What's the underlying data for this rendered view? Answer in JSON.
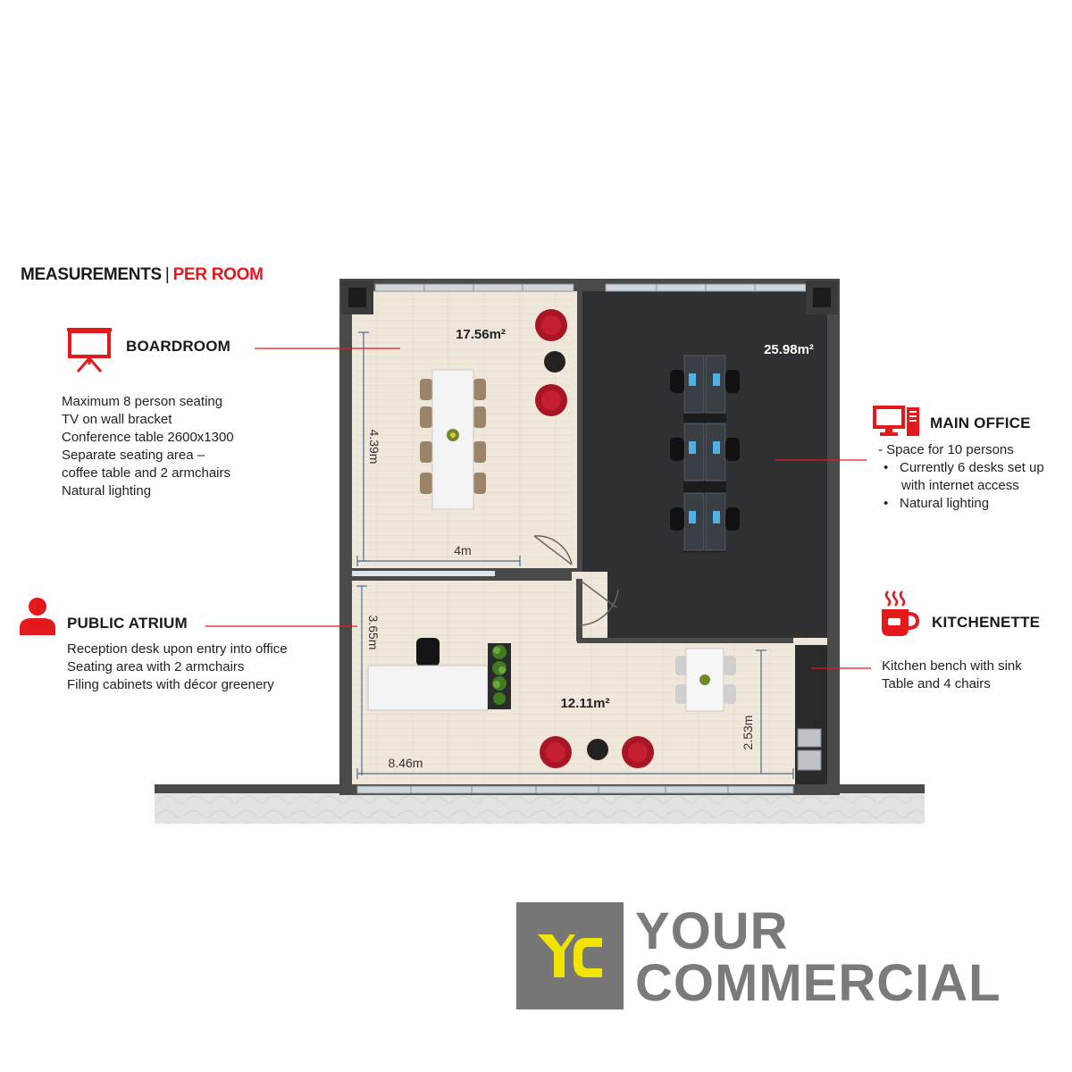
{
  "header": {
    "title_left": "MEASUREMENTS",
    "separator": "|",
    "title_right": "PER ROOM"
  },
  "colors": {
    "accent": "#e3191c",
    "office_carpet": "#2f3032",
    "floor": "#efe8da",
    "wall": "#4a4a4a",
    "logo_gray": "#7a7a7a",
    "logo_yellow": "#f0e400"
  },
  "sections": {
    "boardroom": {
      "icon": "presentation-board-icon",
      "heading": "BOARDROOM",
      "lines": [
        "Maximum 8 person seating",
        "TV on wall bracket",
        "Conference table 2600x1300",
        "Separate seating area –",
        "coffee table and 2 armchairs",
        "Natural lighting"
      ]
    },
    "public_atrium": {
      "icon": "person-icon",
      "heading": "PUBLIC ATRIUM",
      "lines": [
        "Reception desk upon entry into office",
        "Seating area with 2 armchairs",
        "Filing cabinets with décor greenery"
      ]
    },
    "main_office": {
      "icon": "desktop-computer-icon",
      "heading": "MAIN OFFICE",
      "intro": "- Space for 10 persons",
      "bullets": [
        "Currently 6 desks set up",
        "with internet access",
        "Natural lighting"
      ]
    },
    "kitchenette": {
      "icon": "coffee-cup-icon",
      "heading": "KITCHENETTE",
      "lines": [
        "Kitchen bench with sink",
        "Table and 4 chairs"
      ]
    }
  },
  "floorplan": {
    "boardroom_area": "17.56m²",
    "main_office_area": "25.98m²",
    "atrium_area": "12.11m²",
    "dim_boardroom_height": "4.39m",
    "dim_boardroom_width": "4m",
    "dim_atrium_height": "3.65m",
    "dim_atrium_width": "8.46m",
    "dim_kitchen_height": "2.53m"
  },
  "logo": {
    "line1": "YOUR",
    "line2": "COMMERCIAL"
  }
}
